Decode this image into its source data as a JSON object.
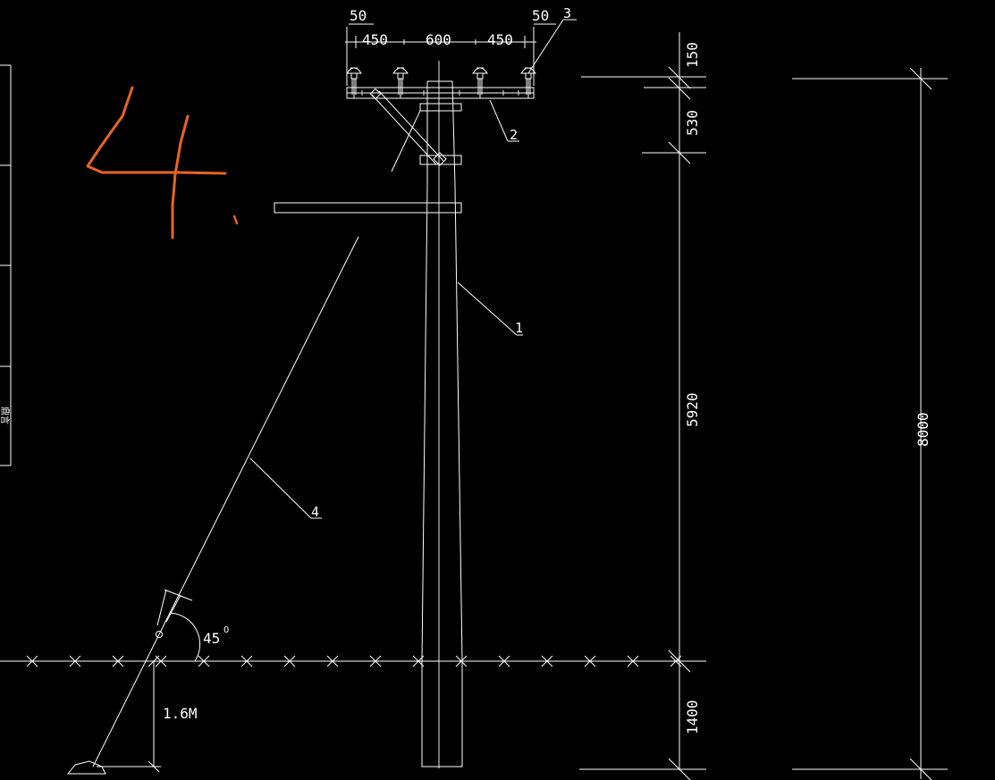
{
  "annotation": {
    "text": "4.",
    "color": "#e8641e"
  },
  "dimensions": {
    "top": [
      "50",
      "450",
      "600",
      "450",
      "50"
    ],
    "vertical": [
      "150",
      "530",
      "5920",
      "1400"
    ],
    "overall": "8000",
    "anchor_depth": "1.6M",
    "angle": "45",
    "angle_degree": "0"
  },
  "part_labels": [
    "1",
    "2",
    "3",
    "4"
  ],
  "left_edge_text": "鼎言",
  "colors": {
    "background": "#000000",
    "linework": "#ffffff",
    "annotation": "#e8641e"
  }
}
